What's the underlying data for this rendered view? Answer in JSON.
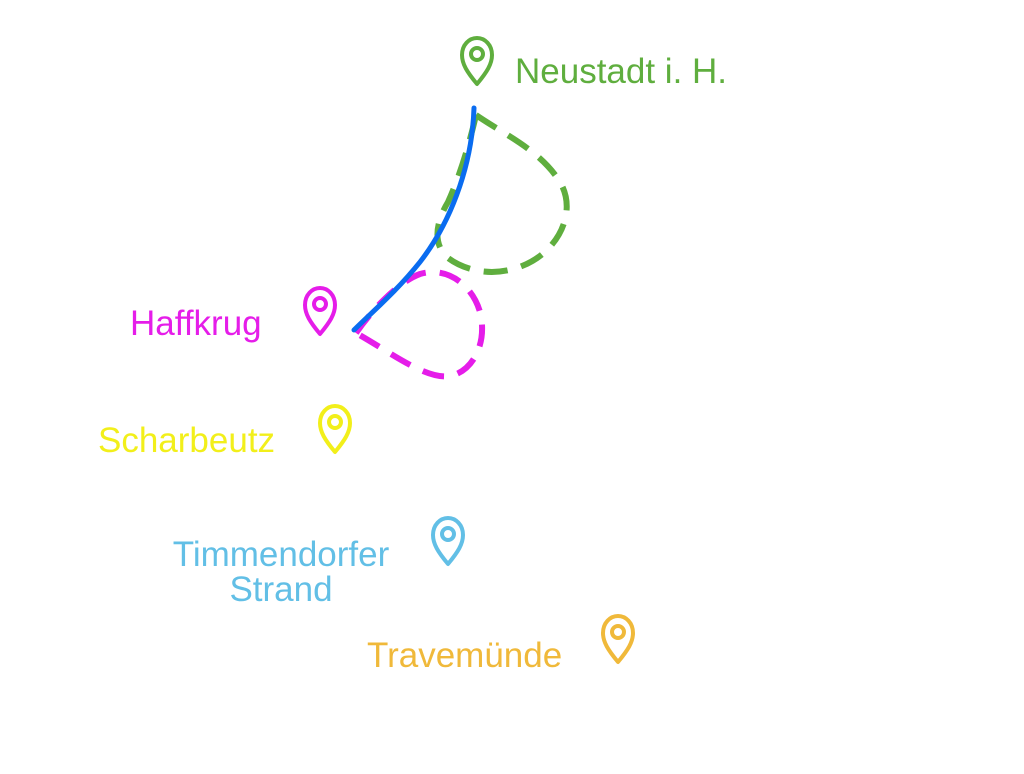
{
  "map": {
    "places": [
      {
        "name": "Neustadt i. H.",
        "color": "#5fae3e",
        "icon": "map-pin-icon"
      },
      {
        "name": "Haffkrug",
        "color": "#e51de9",
        "icon": "map-pin-icon"
      },
      {
        "name": "Scharbeutz",
        "color": "#f2ef1a",
        "icon": "map-pin-icon"
      },
      {
        "name_line1": "Timmendorfer",
        "name_line2": "Strand",
        "color": "#62bfe6",
        "icon": "map-pin-icon"
      },
      {
        "name": "Travemünde",
        "color": "#f0b93a",
        "icon": "map-pin-icon"
      }
    ],
    "routes": [
      {
        "id": "main-route",
        "style": "solid",
        "color": "#0a6cf0"
      },
      {
        "id": "loop-neustadt",
        "style": "dashed",
        "color": "#5fae3e"
      },
      {
        "id": "loop-haffkrug",
        "style": "dashed",
        "color": "#e51de9"
      }
    ]
  }
}
